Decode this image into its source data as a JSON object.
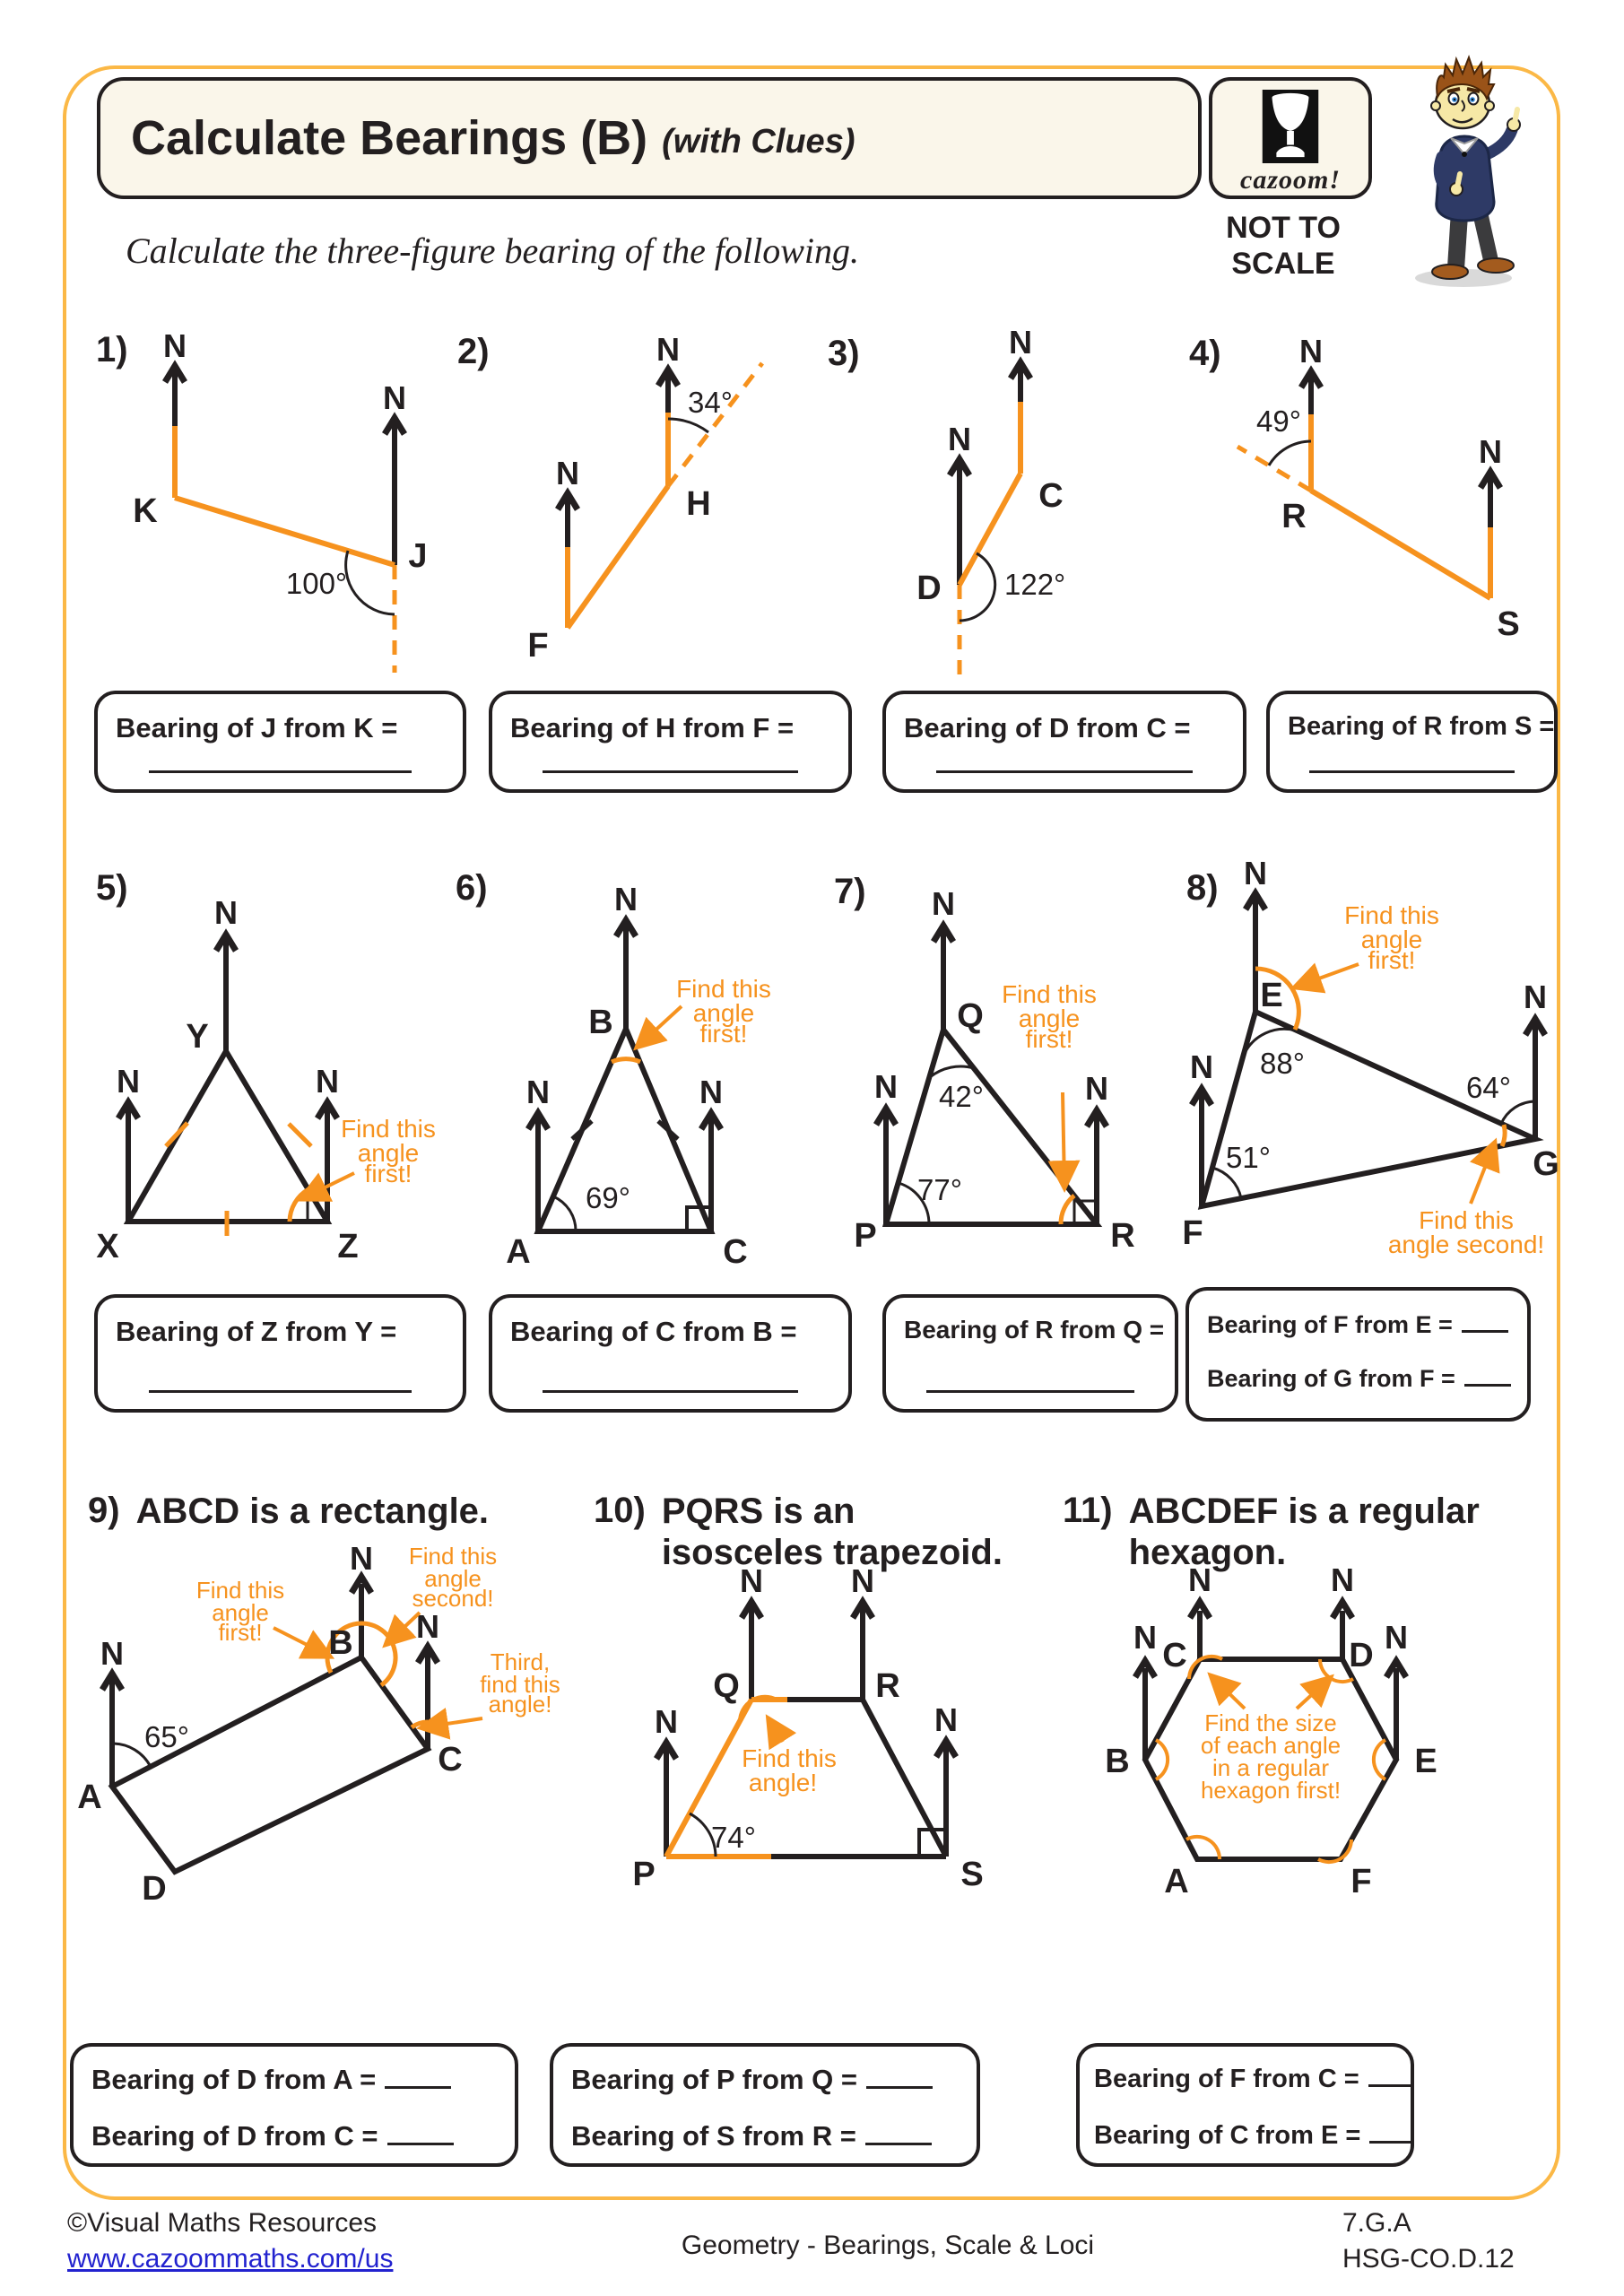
{
  "header": {
    "title": "Calculate Bearings (B)",
    "title_suffix": "(with Clues)",
    "logo_text": "cazoom!",
    "not_to_scale_line1": "NOT TO",
    "not_to_scale_line2": "SCALE"
  },
  "subtitle": "Calculate the three-figure bearing of the following.",
  "common": {
    "north": "N"
  },
  "colors": {
    "orange": "#F6921E",
    "amber": "#FBB846",
    "ink": "#231F20",
    "link_blue": "#2222CF",
    "cream": "#FAF6EA"
  },
  "questions": {
    "q1": {
      "number": "1)",
      "k": "K",
      "j": "J",
      "angle": "100°"
    },
    "q2": {
      "number": "2)",
      "f": "F",
      "h": "H",
      "angle": "34°"
    },
    "q3": {
      "number": "3)",
      "c": "C",
      "d": "D",
      "angle": "122°"
    },
    "q4": {
      "number": "4)",
      "r": "R",
      "s": "S",
      "angle": "49°"
    },
    "q5": {
      "number": "5)",
      "x": "X",
      "y": "Y",
      "z": "Z",
      "clue": [
        "Find this",
        "angle",
        "first!"
      ]
    },
    "q6": {
      "number": "6)",
      "a": "A",
      "b": "B",
      "c": "C",
      "angle": "69°",
      "clue": [
        "Find this",
        "angle",
        "first!"
      ]
    },
    "q7": {
      "number": "7)",
      "p": "P",
      "q": "Q",
      "r": "R",
      "angle_q": "42°",
      "angle_p": "77°",
      "clue": [
        "Find this",
        "angle",
        "first!"
      ]
    },
    "q8": {
      "number": "8)",
      "e": "E",
      "f": "F",
      "g": "G",
      "angle_e": "88°",
      "angle_f": "51°",
      "angle_g": "64°",
      "clue_first": [
        "Find this",
        "angle",
        "first!"
      ],
      "clue_second": [
        "Find this",
        "angle second!"
      ]
    },
    "q9": {
      "number": "9)",
      "heading": "ABCD is a rectangle.",
      "a": "A",
      "b": "B",
      "c": "C",
      "d": "D",
      "angle": "65°",
      "clue_first": [
        "Find this",
        "angle",
        "first!"
      ],
      "clue_second": [
        "Find this",
        "angle",
        "second!"
      ],
      "clue_third": [
        "Third,",
        "find this",
        "angle!"
      ]
    },
    "q10": {
      "number": "10)",
      "heading1": "PQRS is an",
      "heading2": "isosceles trapezoid.",
      "p": "P",
      "q": "Q",
      "r": "R",
      "s": "S",
      "angle": "74°",
      "clue": [
        "Find this",
        "angle!"
      ]
    },
    "q11": {
      "number": "11)",
      "heading1": "ABCDEF is a regular",
      "heading2": "hexagon.",
      "a": "A",
      "b": "B",
      "c": "C",
      "d": "D",
      "e": "E",
      "f": "F",
      "clue": [
        "Find the size",
        "of each angle",
        "in a regular",
        "hexagon first!"
      ]
    }
  },
  "answers": {
    "row1": [
      "Bearing of J from K =",
      "Bearing of H from F =",
      "Bearing of D from C =",
      "Bearing of R from S ="
    ],
    "row2": [
      "Bearing of Z from Y =",
      "Bearing of C from B =",
      "Bearing of R from Q ="
    ],
    "row2_double": [
      "Bearing of F from E =",
      "Bearing of G from F ="
    ],
    "row3": [
      [
        "Bearing of D from A =",
        "Bearing of D from C ="
      ],
      [
        "Bearing of P from Q =",
        "Bearing of S from R ="
      ],
      [
        "Bearing of F from C =",
        "Bearing of C from E ="
      ]
    ]
  },
  "footer": {
    "copyright": "©Visual Maths Resources",
    "url": "www.cazoommaths.com/us",
    "center": "Geometry - Bearings, Scale & Loci",
    "code1": "7.G.A",
    "code2": "HSG-CO.D.12"
  }
}
